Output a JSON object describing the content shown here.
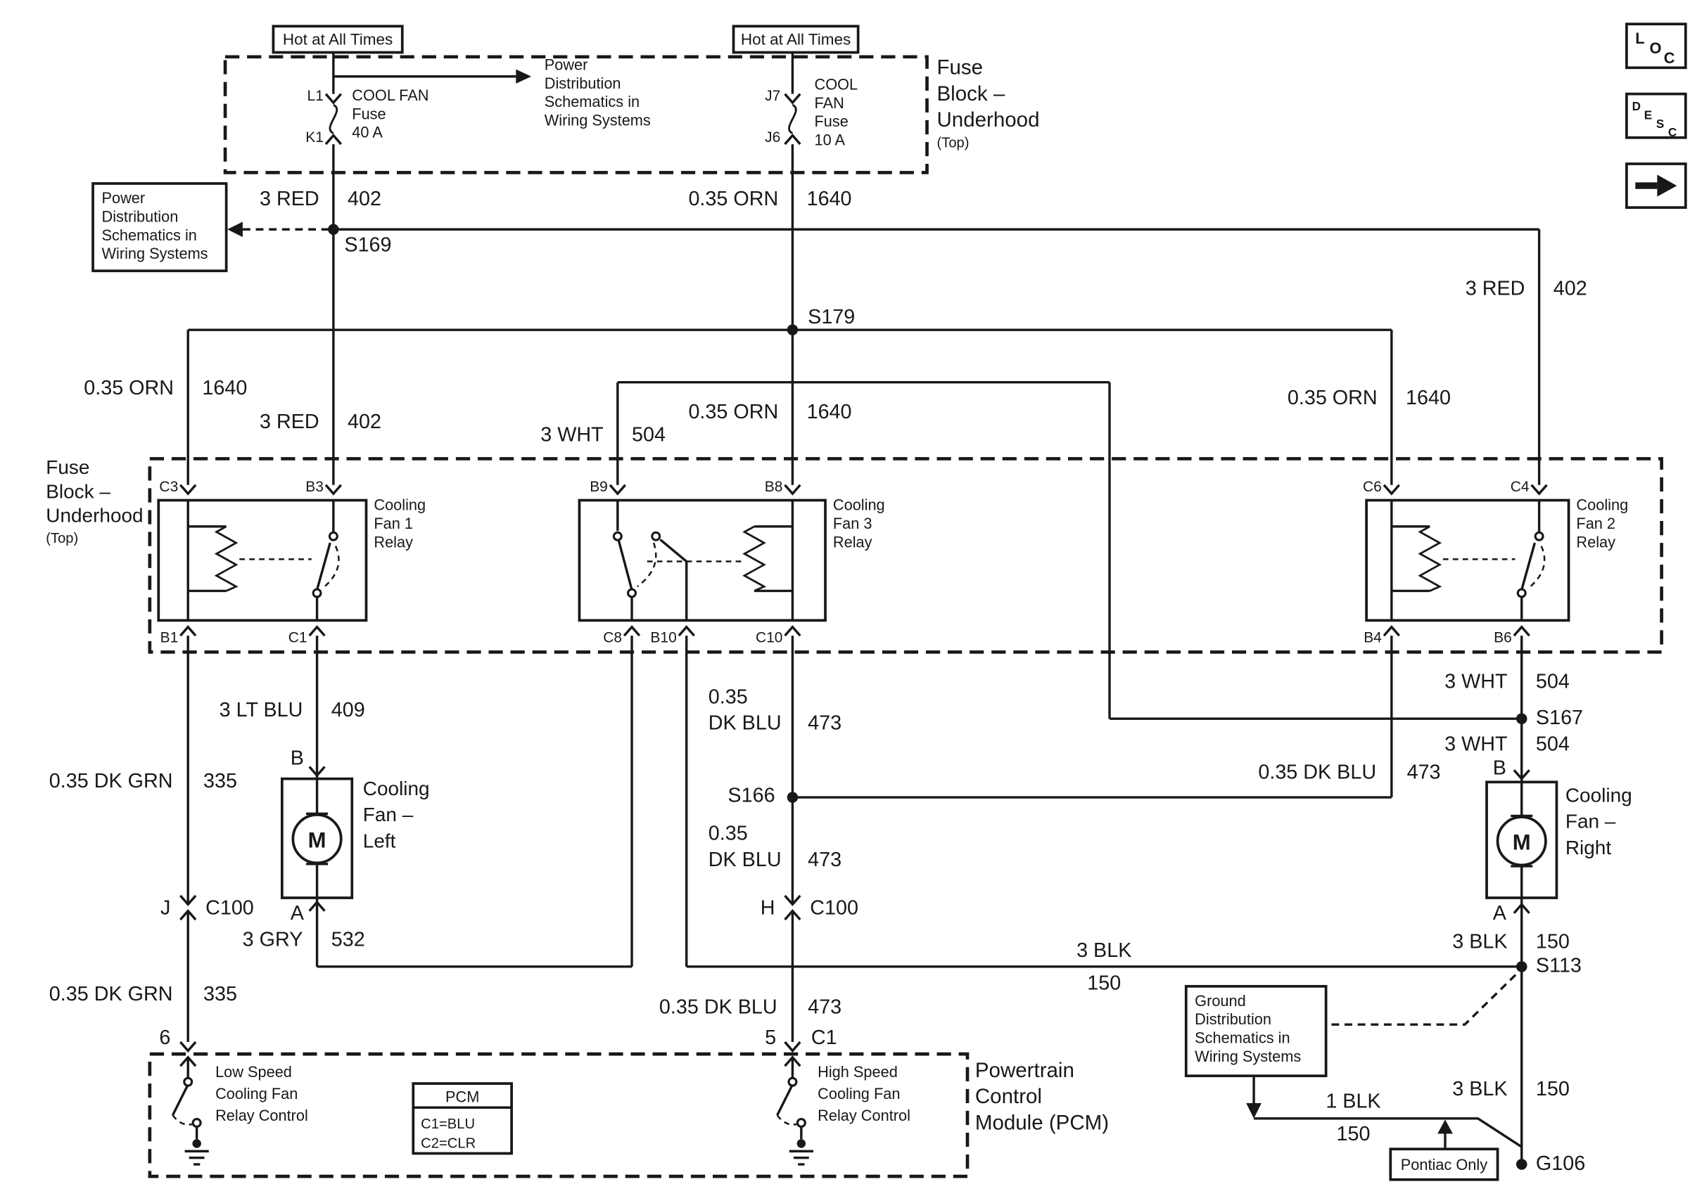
{
  "nav": {
    "loc_letters": [
      "L",
      "O",
      "C"
    ],
    "desc_letters": [
      "D",
      "E",
      "S",
      "C"
    ],
    "next_icon": "arrow-right-icon"
  },
  "header": {
    "hot_left": "Hot at All Times",
    "hot_right": "Hot at All Times"
  },
  "top_fuse_block": {
    "title_lines": [
      "Fuse",
      "Block –",
      "Underhood",
      "(Top)"
    ],
    "note_lines": [
      "Power",
      "Distribution",
      "Schematics in",
      "Wiring Systems"
    ],
    "fuse_left": {
      "pin_top": "L1",
      "pin_bottom": "K1",
      "lines": [
        "COOL FAN",
        "Fuse",
        "40 A"
      ]
    },
    "fuse_right": {
      "pin_top": "J7",
      "pin_bottom": "J6",
      "lines": [
        "COOL",
        "FAN",
        "Fuse",
        "10 A"
      ]
    }
  },
  "ref_boxes": {
    "power_dist_lines": [
      "Power",
      "Distribution",
      "Schematics in",
      "Wiring Systems"
    ],
    "ground_dist_lines": [
      "Ground",
      "Distribution",
      "Schematics in",
      "Wiring Systems"
    ],
    "pontiac_only": "Pontiac Only"
  },
  "main_fuse_block": {
    "title_lines": [
      "Fuse",
      "Block –",
      "Underhood",
      "(Top)"
    ]
  },
  "relays": {
    "fan1": {
      "name_lines": [
        "Cooling",
        "Fan 1",
        "Relay"
      ],
      "pins": {
        "c3": "C3",
        "b3": "B3",
        "b1": "B1",
        "c1": "C1"
      }
    },
    "fan3": {
      "name_lines": [
        "Cooling",
        "Fan 3",
        "Relay"
      ],
      "pins": {
        "b9": "B9",
        "b8": "B8",
        "c8": "C8",
        "b10": "B10",
        "c10": "C10"
      }
    },
    "fan2": {
      "name_lines": [
        "Cooling",
        "Fan 2",
        "Relay"
      ],
      "pins": {
        "c6": "C6",
        "c4": "C4",
        "b4": "B4",
        "b6": "B6"
      }
    }
  },
  "motors": {
    "left": {
      "name_lines": [
        "Cooling",
        "Fan –",
        "Left"
      ],
      "m": "M",
      "pin_b": "B",
      "pin_a": "A"
    },
    "right": {
      "name_lines": [
        "Cooling",
        "Fan –",
        "Right"
      ],
      "m": "M",
      "pin_b": "B",
      "pin_a": "A"
    }
  },
  "splices": {
    "s169": "S169",
    "s179": "S179",
    "s166": "S166",
    "s167": "S167",
    "s113": "S113",
    "g106": "G106"
  },
  "connectors": {
    "c100_left": {
      "pin": "J",
      "name": "C100"
    },
    "c100_mid": {
      "pin": "H",
      "name": "C100"
    },
    "pcm_low_pin": "6",
    "pcm_high": {
      "pin": "5",
      "conn": "C1"
    }
  },
  "wires": {
    "red_402_top": {
      "label": "3 RED",
      "circuit": "402"
    },
    "orn_1640_top": {
      "label": "0.35 ORN",
      "circuit": "1640"
    },
    "red_402_right": {
      "label": "3 RED",
      "circuit": "402"
    },
    "orn_1640_left": {
      "label": "0.35 ORN",
      "circuit": "1640"
    },
    "orn_1640_mid": {
      "label": "0.35 ORN",
      "circuit": "1640"
    },
    "orn_1640_right": {
      "label": "0.35 ORN",
      "circuit": "1640"
    },
    "red_402_mid": {
      "label": "3 RED",
      "circuit": "402"
    },
    "wht_504_top": {
      "label": "3 WHT",
      "circuit": "504"
    },
    "ltblu_409": {
      "label": "3 LT BLU",
      "circuit": "409"
    },
    "dkgrn_335_upper": {
      "label": "0.35 DK GRN",
      "circuit": "335"
    },
    "dkblu_473_upper": {
      "line1": "0.35",
      "line2": "DK BLU",
      "circuit": "473"
    },
    "wht_504_upper": {
      "label": "3 WHT",
      "circuit": "504"
    },
    "wht_504_lower": {
      "label": "3 WHT",
      "circuit": "504"
    },
    "dkblu_473_right": {
      "label": "0.35 DK BLU",
      "circuit": "473"
    },
    "dkblu_473_lower": {
      "line1": "0.35",
      "line2": "DK BLU",
      "circuit": "473"
    },
    "gry_532": {
      "label": "3 GRY",
      "circuit": "532"
    },
    "dkgrn_335_lower": {
      "label": "0.35 DK GRN",
      "circuit": "335"
    },
    "dkblu_473_pcm": {
      "label": "0.35 DK BLU",
      "circuit": "473"
    },
    "blk_150_span": {
      "line1": "3 BLK",
      "line2": "150"
    },
    "blk_150_upper": {
      "label": "3 BLK",
      "circuit": "150"
    },
    "blk_150_lower": {
      "label": "3 BLK",
      "circuit": "150"
    },
    "blk_150_pontiac": {
      "line1": "1 BLK",
      "line2": "150"
    }
  },
  "pcm": {
    "title_lines": [
      "Powertrain",
      "Control",
      "Module (PCM)"
    ],
    "low_lines": [
      "Low Speed",
      "Cooling Fan",
      "Relay Control"
    ],
    "high_lines": [
      "High Speed",
      "Cooling Fan",
      "Relay Control"
    ],
    "table": {
      "header": "PCM",
      "row1": "C1=BLU",
      "row2": "C2=CLR"
    }
  }
}
